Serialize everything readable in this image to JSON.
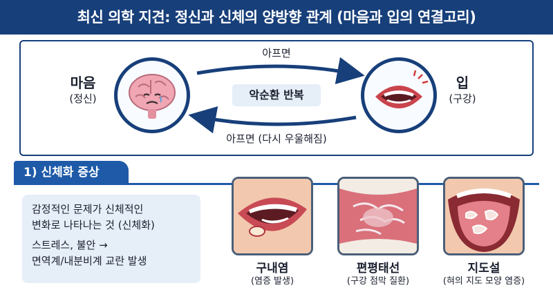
{
  "title": "최신 의학 지견: 정신과 신체의 양방향 관계 (마음과 입의 연결고리)",
  "cycle": {
    "left_node": {
      "label": "마음",
      "sub": "(정신)",
      "icon": "brain-icon"
    },
    "right_node": {
      "label": "입",
      "sub": "(구강)",
      "icon": "mouth-icon"
    },
    "top_arrow_label": "아프면",
    "bottom_arrow_label": "아프면 (다시 우울해짐)",
    "center_badge": "악순환 반복"
  },
  "section": {
    "heading": "1) 신체화 증상",
    "description": [
      "감정적인 문제가 신체적인",
      "변화로 나타나는 것 (신체화)",
      "스트레스, 불안 →",
      "면역계/내분비계 교란 발생"
    ]
  },
  "conditions": [
    {
      "name": "구내염",
      "detail": "(염증 발생)",
      "icon": "mouth-ulcer-icon"
    },
    {
      "name": "편평태선",
      "detail": "(구강 점막 질환)",
      "icon": "oral-mucosa-icon"
    },
    {
      "name": "지도설",
      "detail": "(혀의 지도 모양 염증)",
      "icon": "tongue-icon"
    }
  ],
  "colors": {
    "navy": "#173f7a",
    "accent_blue": "#1e5aa8",
    "light_blue": "#e6eef8",
    "brain_pink": "#f0a6b3",
    "lip_red": "#c9444c",
    "alert_red": "#d23a3a"
  }
}
